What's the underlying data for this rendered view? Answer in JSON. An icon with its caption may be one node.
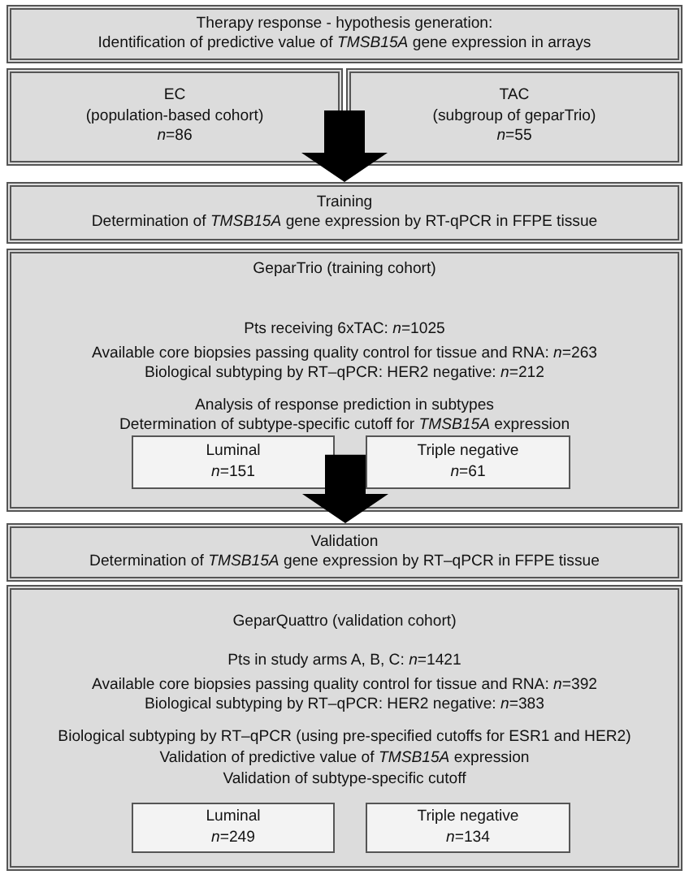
{
  "diagram": {
    "nodes": [
      {
        "text": [
          "Therapy response - hypothesis generation:",
          "Identification of predictive value of *TMSB15A* gene expression in arrays"
        ]
      },
      {
        "text": [
          "EC",
          "(population-based cohort)",
          "*n*=86"
        ]
      },
      {
        "text": [
          "TAC",
          "(subgroup of geparTrio)",
          "*n*=55"
        ]
      },
      {
        "text": [
          "Training",
          "Determination of *TMSB15A* gene expression by RT-qPCR in FFPE tissue"
        ]
      },
      {
        "text": [
          "GeparTrio (training cohort)",
          "Pts receiving 6xTAC: *n*=1025",
          "Available core biopsies passing quality control for tissue and RNA: *n*=263",
          "Biological subtyping by RT–qPCR: HER2 negative: *n*=212",
          "Analysis of response prediction in subtypes",
          "Determination of subtype-specific cutoff for *TMSB15A* expression"
        ]
      },
      {
        "text": [
          "Luminal",
          "*n*=151"
        ],
        "in": 4
      },
      {
        "text": [
          "Triple negative",
          "*n*=61"
        ],
        "in": 4
      },
      {
        "text": [
          "Validation",
          "Determination of *TMSB15A* gene expression by RT–qPCR in FFPE tissue"
        ]
      },
      {
        "text": [
          "GeparQuattro (validation cohort)",
          "Pts in study arms A, B, C: *n*=1421",
          "Available core biopsies passing quality control for tissue and RNA: *n*=392",
          "Biological subtyping by RT–qPCR: HER2 negative: *n*=383",
          "Biological subtyping by RT–qPCR (using pre-specified cutoffs for ESR1 and HER2)",
          "Validation of predictive value of *TMSB15A* expression",
          "Validation of subtype-specific cutoff"
        ]
      },
      {
        "text": [
          "Luminal",
          "*n*=249"
        ],
        "in": 8
      },
      {
        "text": [
          "Triple negative",
          "*n*=134"
        ],
        "in": 8
      }
    ],
    "edges": [
      {
        "from": 1,
        "to": 3,
        "arrow": "to"
      },
      {
        "from": 2,
        "to": 3,
        "arrow": "to"
      },
      {
        "from": 5,
        "to": 7,
        "arrow": "to"
      },
      {
        "from": 6,
        "to": 7,
        "arrow": "to"
      }
    ]
  }
}
